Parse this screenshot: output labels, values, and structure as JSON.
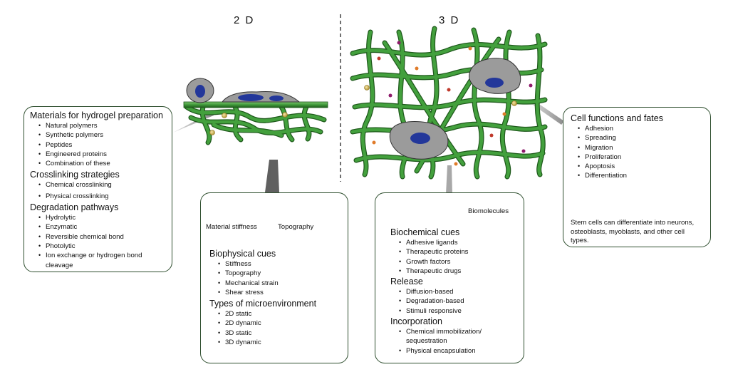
{
  "headers": {
    "left": "2 D",
    "right": "3 D"
  },
  "materials_box": {
    "sections": [
      {
        "heading": "Materials for hydrogel preparation",
        "items": [
          "Natural polymers",
          "Synthetic polymers",
          "Peptides",
          "Engineered proteins",
          "Combination of these"
        ]
      },
      {
        "heading": "Crosslinking strategies",
        "items": [
          "Chemical crosslinking",
          "Physical crosslinking"
        ]
      },
      {
        "heading": "Degradation pathways",
        "items": [
          "Hydrolytic",
          "Enzymatic",
          "Reversible chemical bond",
          "Photolytic",
          "Ion exchange or hydrogen bond cleavage"
        ]
      }
    ]
  },
  "physical_box": {
    "legend": {
      "stiffness_label": "Material stiffness",
      "topography_label": "Topography"
    },
    "sections": [
      {
        "heading": "Biophysical cues",
        "items": [
          "Stiffness",
          "Topography",
          "Mechanical strain",
          "Shear stress"
        ]
      },
      {
        "heading": "Types of microenvironment",
        "items": [
          "2D static",
          "2D dynamic",
          "3D static",
          "3D dynamic"
        ]
      }
    ]
  },
  "biochem_box": {
    "legend": {
      "biomolecules_label": "Biomolecules"
    },
    "sections": [
      {
        "heading": "Biochemical cues",
        "items": [
          "Adhesive ligands",
          "Therapeutic proteins",
          "Growth factors",
          "Therapeutic drugs"
        ]
      },
      {
        "heading": "Release",
        "items": [
          "Diffusion-based",
          "Degradation-based",
          "Stimuli responsive"
        ]
      },
      {
        "heading": "Incorporation",
        "items": [
          "Chemical immobilization/ sequestration",
          "Physical encapsulation"
        ]
      }
    ]
  },
  "fates_box": {
    "sections": [
      {
        "heading": "Cell functions and fates",
        "items": [
          "Adhesion",
          "Spreading",
          "Migration",
          "Proliferation",
          "Apoptosis",
          "Differentiation"
        ]
      }
    ],
    "caption": "Stem cells can differentiate into neurons, osteoblasts, myoblasts, and other cell types."
  },
  "colors": {
    "fiber": "#3f9a3a",
    "fiber_edge": "#1f5a1c",
    "cell": "#9b9b9b",
    "nucleus": "#23379a",
    "box_border": "#2f4f2f"
  }
}
